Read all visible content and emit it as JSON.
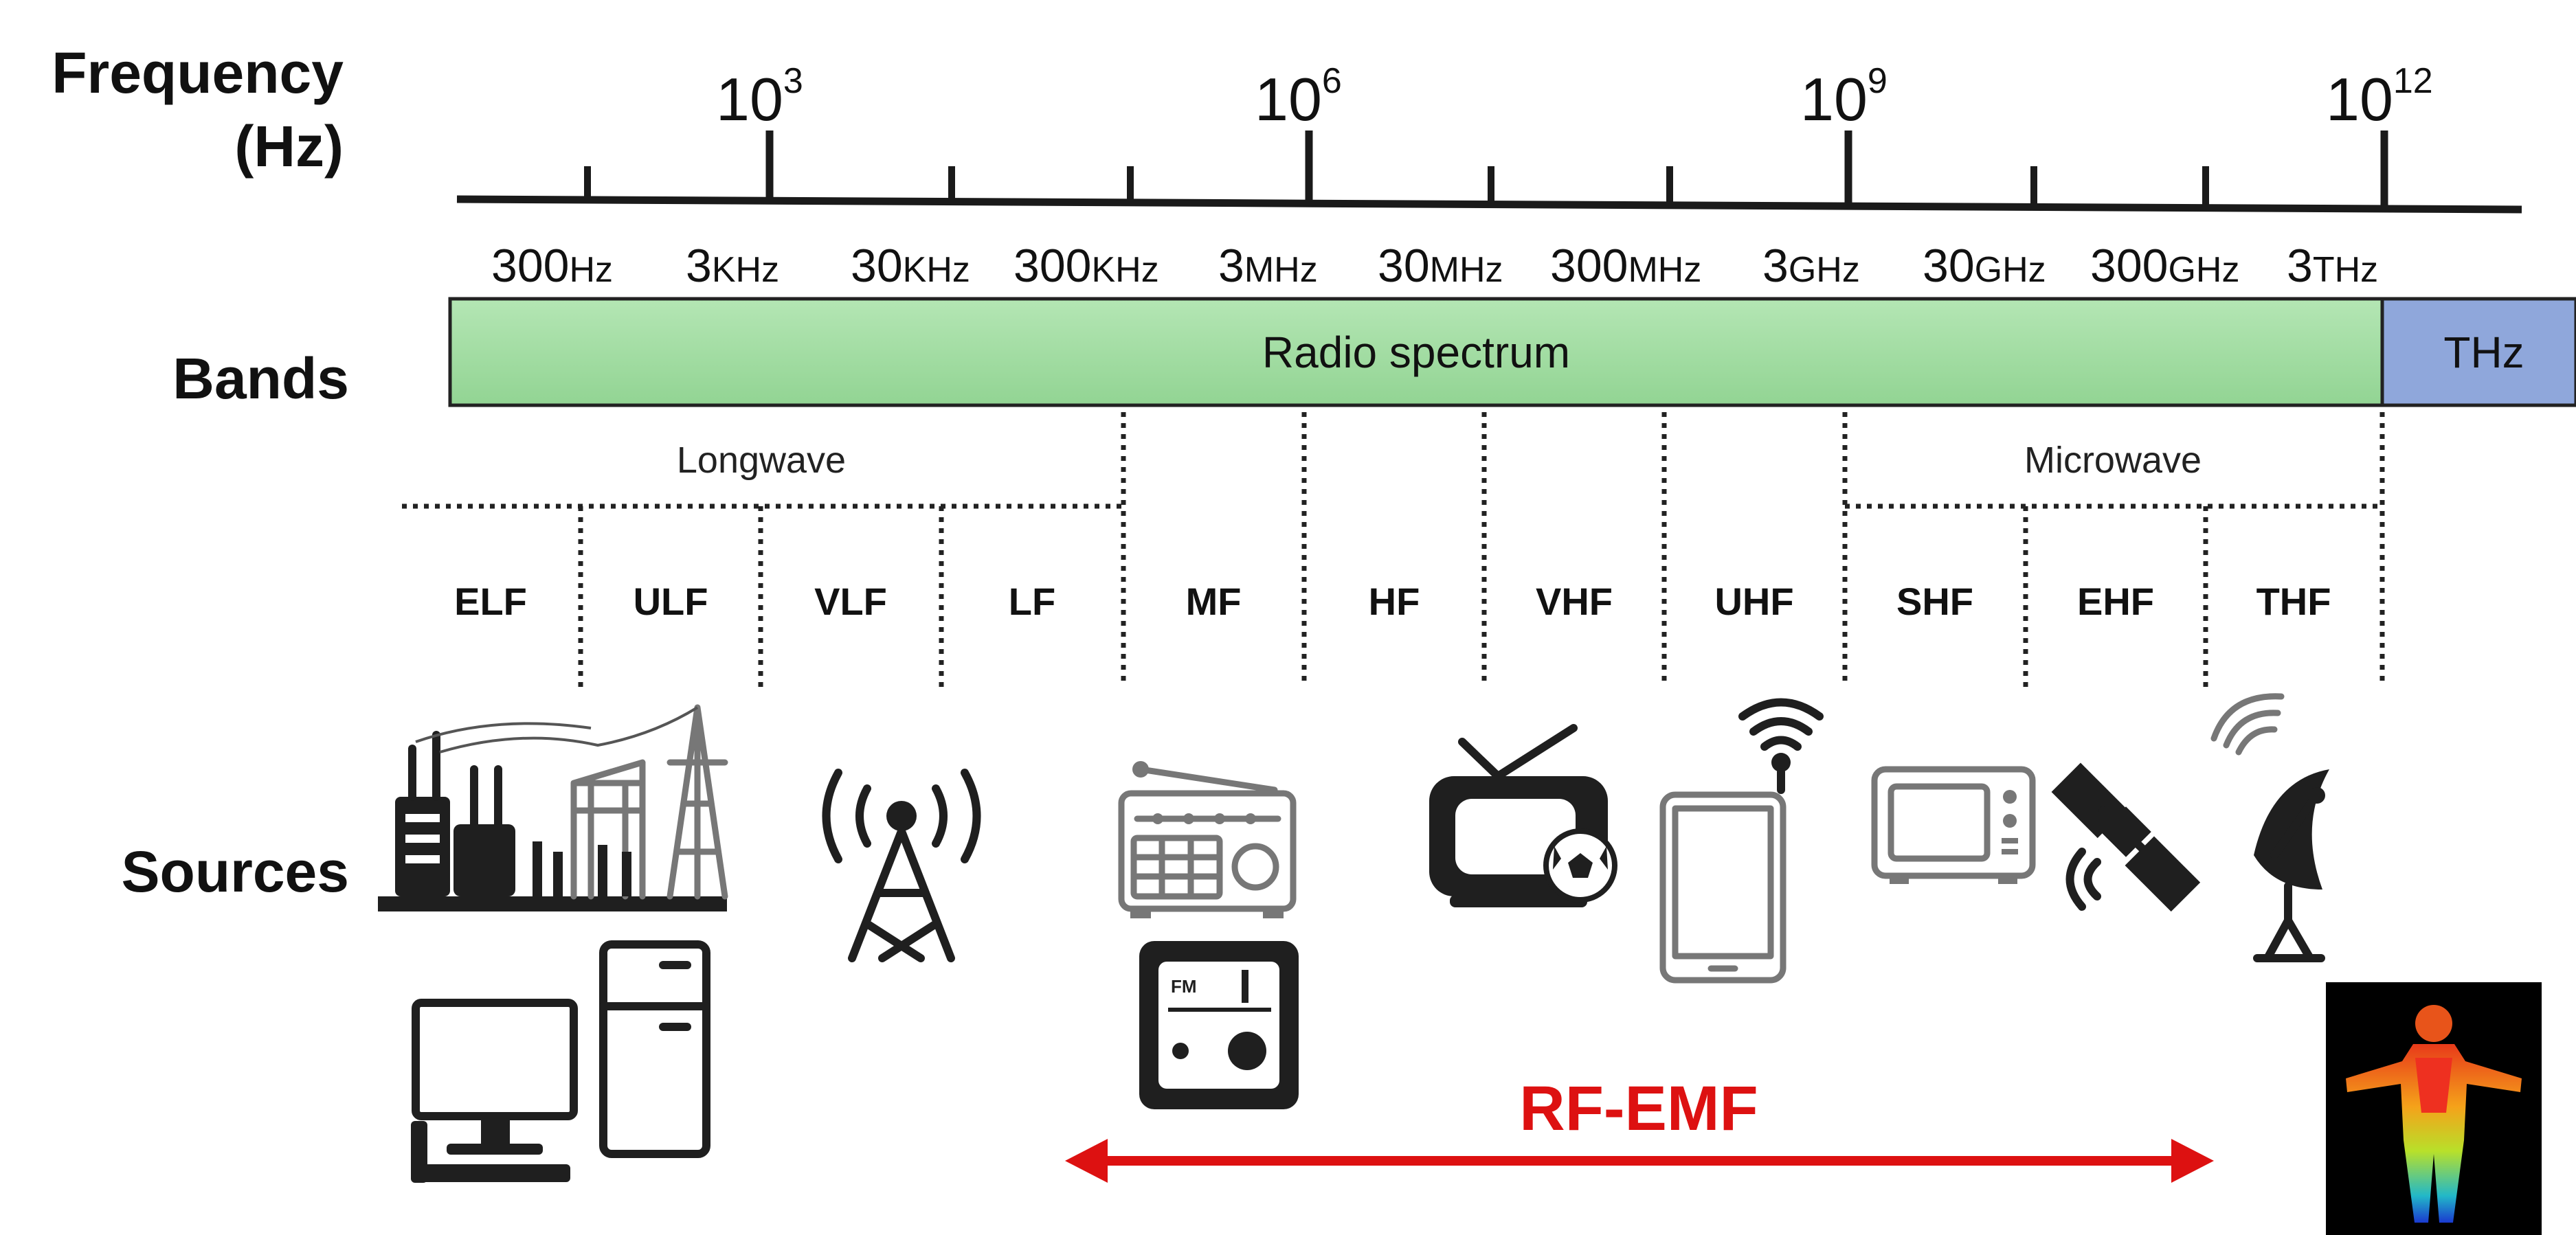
{
  "row_labels": {
    "frequency": [
      "Frequency",
      "(Hz)"
    ],
    "bands": "Bands",
    "sources": "Sources"
  },
  "exponent_labels": [
    {
      "base": "10",
      "exp": "3"
    },
    {
      "base": "10",
      "exp": "6"
    },
    {
      "base": "10",
      "exp": "9"
    },
    {
      "base": "10",
      "exp": "12"
    }
  ],
  "tick_labels": [
    {
      "num": "300",
      "unit": "Hz"
    },
    {
      "num": "3",
      "unit": "KHz"
    },
    {
      "num": "30",
      "unit": "KHz"
    },
    {
      "num": "300",
      "unit": "KHz"
    },
    {
      "num": "3",
      "unit": "MHz"
    },
    {
      "num": "30",
      "unit": "MHz"
    },
    {
      "num": "300",
      "unit": "MHz"
    },
    {
      "num": "3",
      "unit": "GHz"
    },
    {
      "num": "30",
      "unit": "GHz"
    },
    {
      "num": "300",
      "unit": "GHz"
    },
    {
      "num": "3",
      "unit": "THz"
    }
  ],
  "bands": {
    "radio": "Radio spectrum",
    "thz": "THz",
    "radio_color": "#92d493",
    "thz_color": "#8fa7db"
  },
  "regions": {
    "longwave": "Longwave",
    "microwave": "Microwave"
  },
  "sub_bands": [
    "ELF",
    "ULF",
    "VLF",
    "LF",
    "MF",
    "HF",
    "VHF",
    "UHF",
    "SHF",
    "EHF",
    "THF"
  ],
  "sources": [
    {
      "icon": "power-substation-icon"
    },
    {
      "icon": "computer-icon"
    },
    {
      "icon": "refrigerator-icon"
    },
    {
      "icon": "radio-tower-icon"
    },
    {
      "icon": "radio-icon"
    },
    {
      "icon": "fm-radio-icon"
    },
    {
      "icon": "television-icon"
    },
    {
      "icon": "smartphone-icon"
    },
    {
      "icon": "microwave-oven-icon"
    },
    {
      "icon": "satellite-icon"
    },
    {
      "icon": "satellite-dish-icon"
    },
    {
      "icon": "thermal-body-image"
    }
  ],
  "rf_emf": {
    "label": "RF-EMF",
    "color": "#dd1111"
  }
}
